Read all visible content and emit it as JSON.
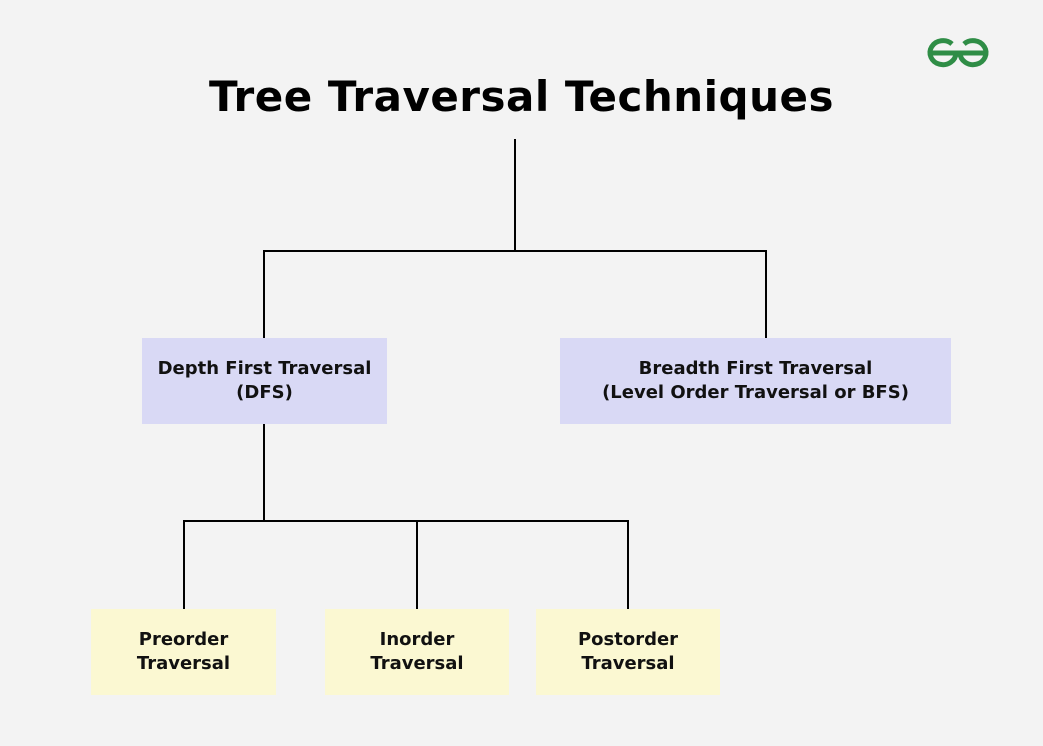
{
  "title": "Tree Traversal Techniques",
  "colors": {
    "background": "#f3f3f3",
    "level1_box": "#d9d9f5",
    "level2_box": "#fbf8d2",
    "logo": "#2f8d46"
  },
  "logo": {
    "text": "GfG",
    "icon": "geeksforgeeks-logo-icon"
  },
  "nodes": {
    "dfs": {
      "line1": "Depth First Traversal",
      "line2": "(DFS)"
    },
    "bfs": {
      "line1": "Breadth First Traversal",
      "line2": "(Level Order Traversal or BFS)"
    },
    "preorder": {
      "line1": "Preorder",
      "line2": "Traversal"
    },
    "inorder": {
      "line1": "Inorder",
      "line2": "Traversal"
    },
    "postorder": {
      "line1": "Postorder",
      "line2": "Traversal"
    }
  }
}
